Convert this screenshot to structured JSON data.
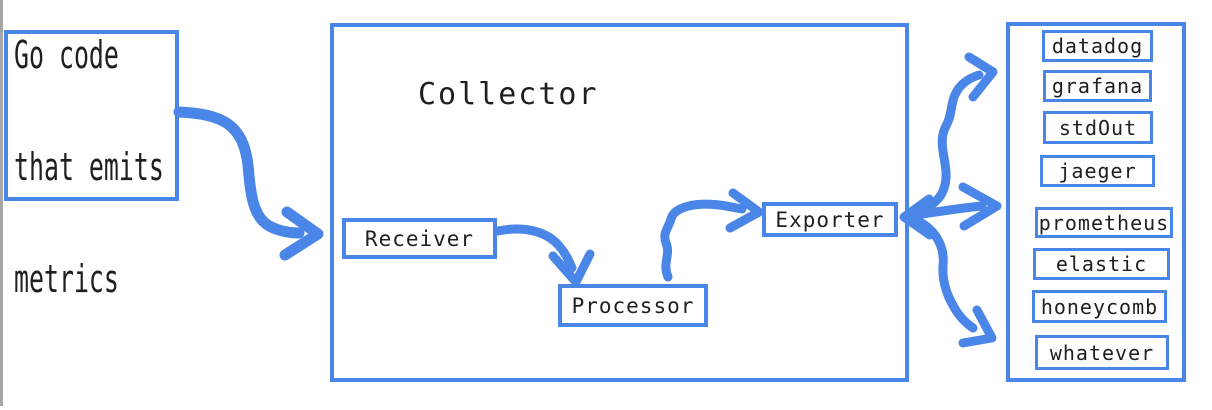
{
  "colors": {
    "accent": "#4a86e8",
    "text": "#1f1f1f",
    "edge_bar": "#a6a6a6",
    "background": "#ffffff"
  },
  "source_box": {
    "lines": [
      "Go code",
      "that emits",
      "metrics"
    ]
  },
  "collector": {
    "title": "Collector",
    "receiver_label": "Receiver",
    "processor_label": "Processor",
    "exporter_label": "Exporter"
  },
  "destinations": {
    "items": [
      "datadog",
      "grafana",
      "stdOut",
      "jaeger",
      "prometheus",
      "elastic",
      "honeycomb",
      "whatever"
    ]
  }
}
